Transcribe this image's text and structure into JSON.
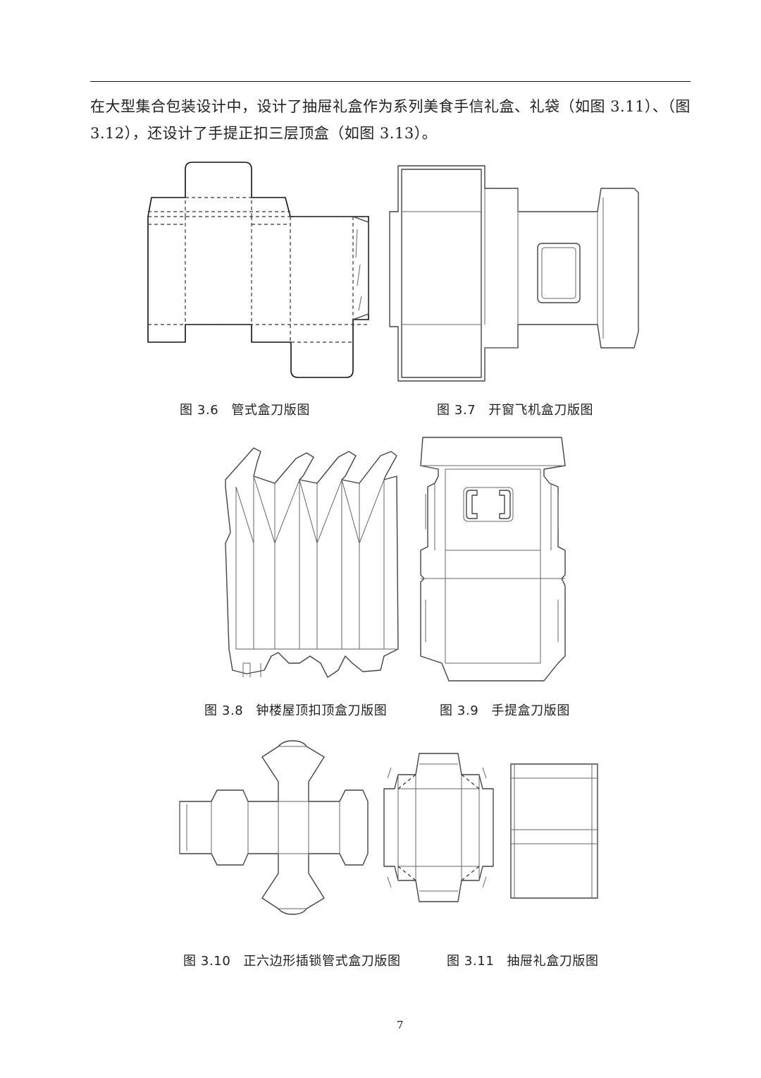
{
  "body_text": {
    "line1": "在大型集合包装设计中，设计了抽屉礼盒作为系列美食手信礼盒、礼袋（如图 3.11）、（图",
    "line2": "3.12），还设计了手提正扣三层顶盒（如图 3.13）。"
  },
  "figures": [
    {
      "num": "图 3.6",
      "title": "管式盒刀版图"
    },
    {
      "num": "图 3.7",
      "title": "开窗飞机盒刀版图"
    },
    {
      "num": "图 3.8",
      "title": "钟楼屋顶扣顶盒刀版图"
    },
    {
      "num": "图 3.9",
      "title": "手提盒刀版图"
    },
    {
      "num": "图 3.10",
      "title": "正六边形插锁管式盒刀版图"
    },
    {
      "num": "图 3.11",
      "title": "抽屉礼盒刀版图"
    }
  ],
  "page_number": "7"
}
